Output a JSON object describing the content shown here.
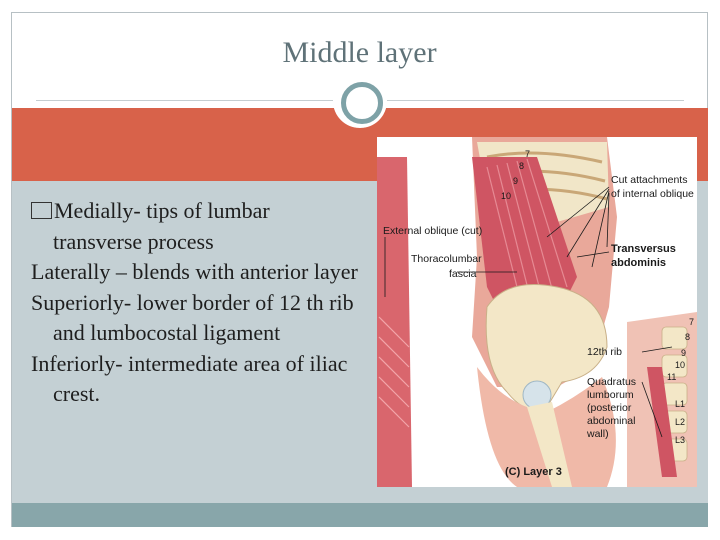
{
  "slide": {
    "title": "Middle layer",
    "bullet_glyph": "",
    "lines": [
      "Medially- tips of lumbar transverse process",
      "Laterally – blends with anterior layer",
      "Superiorly- lower border of 12 th rib and lumbocostal ligament",
      "Inferiorly- intermediate area of iliac crest."
    ],
    "colors": {
      "accent_band": "#d8624a",
      "panel": "#c4d0d4",
      "footer_strip": "#88a6aa",
      "title": "#5f7278"
    }
  },
  "figure": {
    "labels": {
      "cut_attachments": "Cut attachments",
      "of_internal_oblique": "of internal oblique",
      "external_oblique": "External oblique (cut)",
      "thoracolumbar": "Thoracolumbar",
      "fascia": "fascia",
      "transversus": "Transversus",
      "abdominis": "abdominis",
      "rib12": "12th rib",
      "quadratus": "Quadratus",
      "lumborum": "lumborum",
      "posterior": "(posterior",
      "abdominal": "abdominal",
      "wall": "wall)",
      "caption": "(C) Layer 3"
    },
    "rib_numbers_top": [
      "7",
      "8",
      "9",
      "10"
    ],
    "rib_numbers_right": [
      "7",
      "8",
      "9",
      "10",
      "11"
    ],
    "lumbar_labels": [
      "L1",
      "L2",
      "L3"
    ]
  }
}
